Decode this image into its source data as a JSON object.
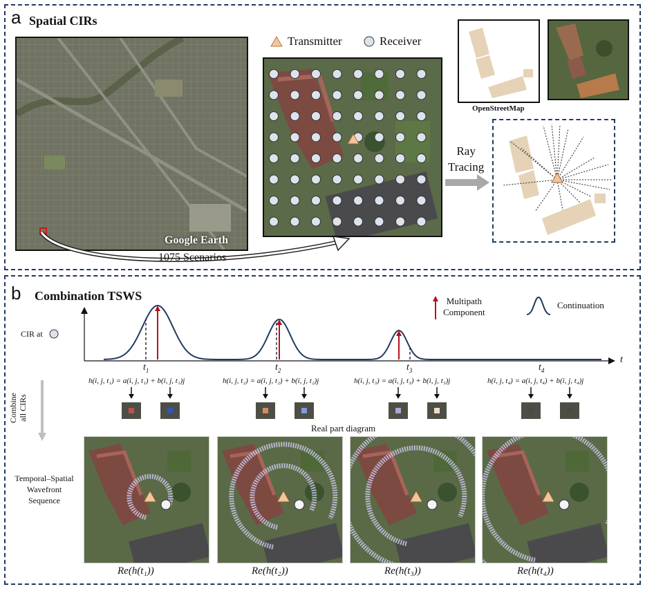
{
  "panel_a": {
    "tag": "a",
    "title": "Spatial CIRs",
    "google_earth_label": "Google Earth",
    "scenarios_label": "1075 Scenarios",
    "legend": {
      "transmitter": "Transmitter",
      "receiver": "Receiver"
    },
    "osm_label": "OpenStreetMap",
    "ray_tracing_label": [
      "Ray",
      "Tracing"
    ]
  },
  "panel_b": {
    "tag": "b",
    "title": "Combination TSWS",
    "cir_label": "CIR at",
    "axis_t": "t",
    "time_labels": [
      "t",
      "t",
      "t",
      "t"
    ],
    "time_subs": [
      "1",
      "2",
      "3",
      "4"
    ],
    "legend_multipath": [
      "Multipath",
      "Component"
    ],
    "legend_continuation": "Continuation",
    "equations": [
      "h(i, j, t₁) = a(i, j, t₁) + b(i, j, t₁)j",
      "h(i, j, t₂) = a(i, j, t₂) + b(i, j, t₂)j",
      "h(i, j, t₃) = a(i, j, t₃) + b(i, j, t₃)j",
      "h(i, j, t₄) = a(i, j, t₄) + b(i, j, t₄)j"
    ],
    "combine_label": [
      "Combine",
      "all CIRs"
    ],
    "real_part_label": "Real part diagram",
    "tsws_label": [
      "Temporal–Spatial",
      "Wavefront",
      "Sequence"
    ],
    "re_labels": [
      "Re(h(t₁))",
      "Re(h(t₂))",
      "Re(h(t₃))",
      "Re(h(t₄))"
    ],
    "thumb_colors": [
      "#c0504d",
      "#3355bb",
      "#d98a5a",
      "#7f99e0",
      "#a8a8d0",
      "#f2dcc4",
      "#4a4c44",
      "#4a4c44"
    ],
    "colors": {
      "panel_border": "#1f3a60",
      "curve": "#1f3a60",
      "multipath": "#b3121f",
      "transmitter": "#f4c49a",
      "receiver": "#dde3ec",
      "building": "#e6d2b7"
    }
  }
}
